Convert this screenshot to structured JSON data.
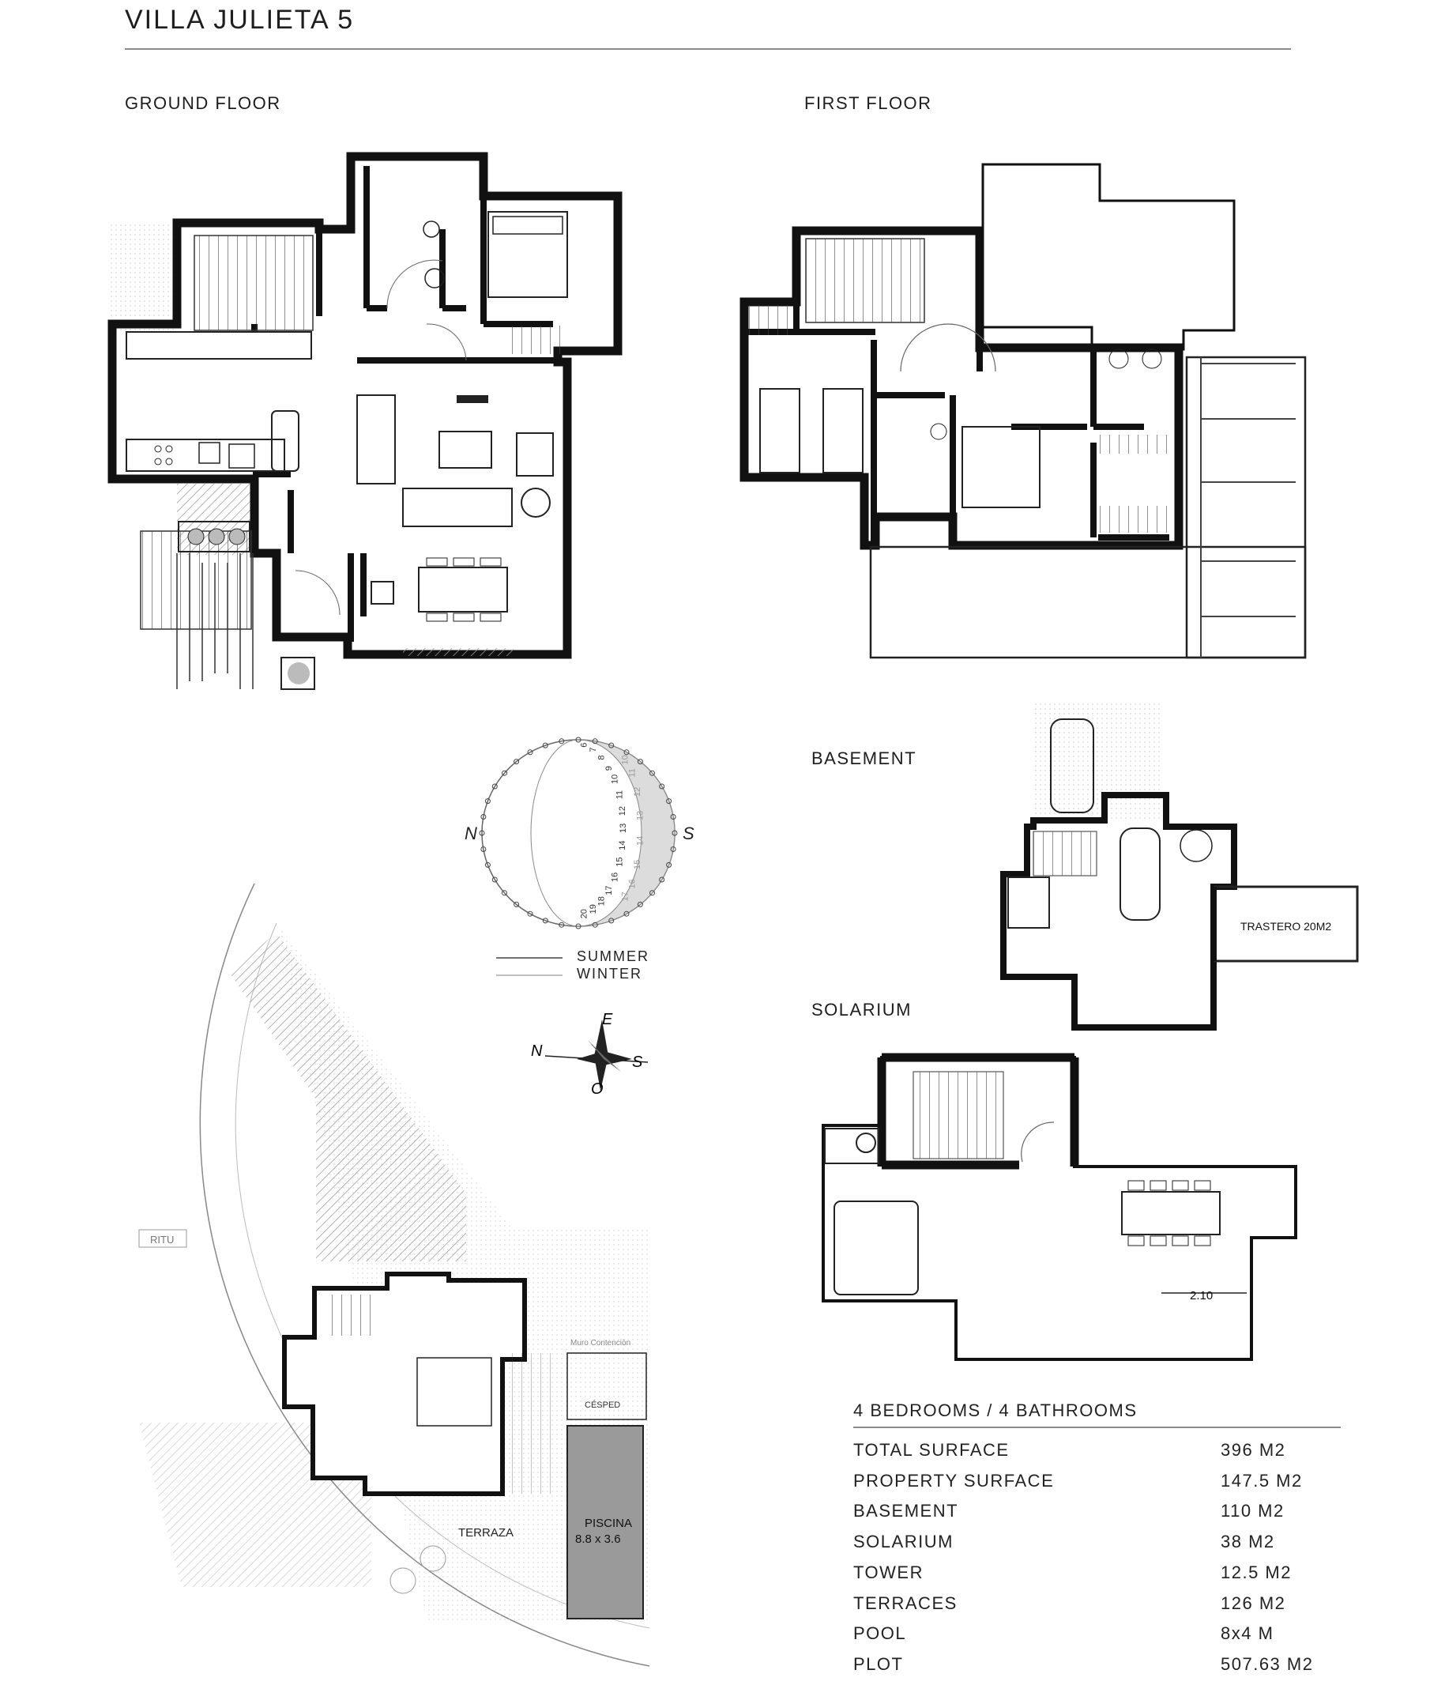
{
  "header": {
    "title": "VILLA JULIETA 5"
  },
  "sections": {
    "ground_floor": "GROUND FLOOR",
    "first_floor": "FIRST FLOOR",
    "basement": "BASEMENT",
    "solarium": "SOLARIUM"
  },
  "sun_diagram": {
    "legend_summer": "SUMMER",
    "legend_winter": "WINTER",
    "north": "N",
    "south": "S",
    "summer_hours": [
      "6",
      "7",
      "8",
      "9",
      "10",
      "11",
      "12",
      "13",
      "14",
      "15",
      "16",
      "17",
      "18",
      "19",
      "20"
    ],
    "winter_hours": [
      "10",
      "11",
      "12",
      "13",
      "14",
      "15",
      "16",
      "17"
    ]
  },
  "compass": {
    "n": "N",
    "e": "E",
    "s": "S",
    "o": "O"
  },
  "plan_labels": {
    "trastero": "TRASTERO 20M2",
    "piscina": "PISCINA",
    "piscina_size": "8.8 x 3.6",
    "terraza": "TERRAZA",
    "cesped": "CÉSPED",
    "muro": "Muro Contención",
    "ritu": "RITU",
    "solarium_dim": "2.10"
  },
  "specs": {
    "heading": "4 BEDROOMS / 4 BATHROOMS",
    "rows": [
      {
        "label": "TOTAL SURFACE",
        "value": "396 M2"
      },
      {
        "label": "PROPERTY SURFACE",
        "value": "147.5 M2"
      },
      {
        "label": "BASEMENT",
        "value": "110 M2"
      },
      {
        "label": "SOLARIUM",
        "value": "38 M2"
      },
      {
        "label": "TOWER",
        "value": "12.5 M2"
      },
      {
        "label": "TERRACES",
        "value": "126 M2"
      },
      {
        "label": "POOL",
        "value": "8x4 M"
      },
      {
        "label": "PLOT",
        "value": "507.63 M2"
      }
    ]
  }
}
